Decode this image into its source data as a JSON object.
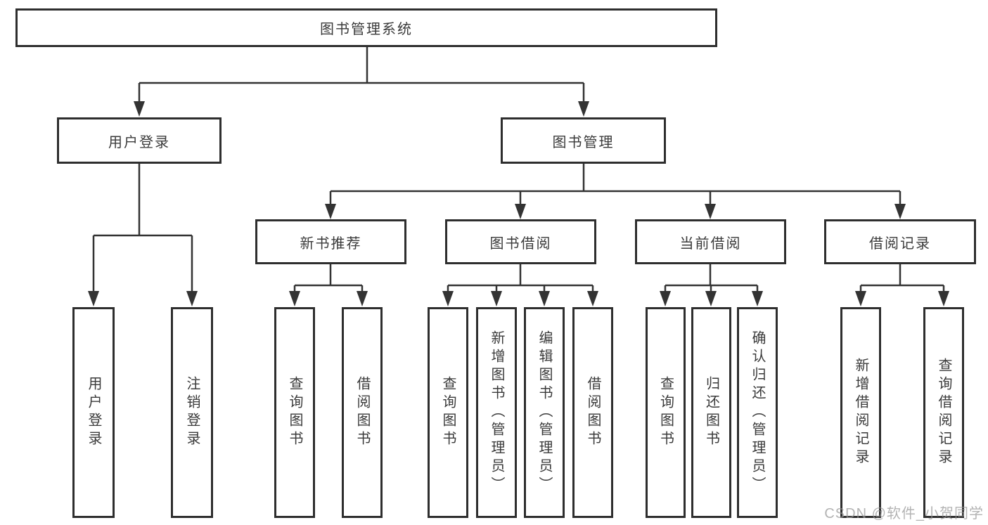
{
  "diagram": {
    "root": {
      "label": "图书管理系统"
    },
    "branches": [
      {
        "label": "用户登录",
        "children": [
          {
            "label": "用户登录"
          },
          {
            "label": "注销登录"
          }
        ]
      },
      {
        "label": "图书管理",
        "children": [
          {
            "label": "新书推荐",
            "children": [
              {
                "label": "查询图书"
              },
              {
                "label": "借阅图书"
              }
            ]
          },
          {
            "label": "图书借阅",
            "children": [
              {
                "label": "查询图书"
              },
              {
                "label": "新增图书（管理员）"
              },
              {
                "label": "编辑图书（管理员）"
              },
              {
                "label": "借阅图书"
              }
            ]
          },
          {
            "label": "当前借阅",
            "children": [
              {
                "label": "查询图书"
              },
              {
                "label": "归还图书"
              },
              {
                "label": "确认归还（管理员）"
              }
            ]
          },
          {
            "label": "借阅记录",
            "children": [
              {
                "label": "新增借阅记录"
              },
              {
                "label": "查询借阅记录"
              }
            ]
          }
        ]
      }
    ]
  },
  "colors": {
    "line": "#333333",
    "box_border": "#2e2e2e",
    "text": "#3a3a3a",
    "watermark": "#b4b4b4",
    "background": "#ffffff"
  },
  "watermark": {
    "text": "CSDN @软件_小贺同学"
  }
}
